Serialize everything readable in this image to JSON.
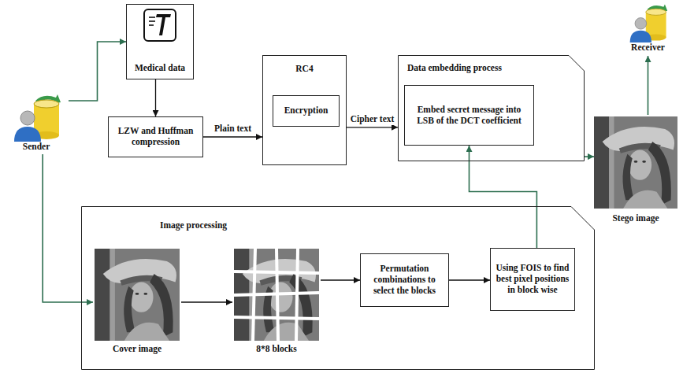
{
  "diagram": {
    "nodes": [
      {
        "text": [
          "Sender"
        ]
      },
      {
        "text": [
          "Medical data"
        ]
      },
      {
        "text": [
          "LZW and Huffman compression"
        ]
      },
      {
        "text": [
          "RC4"
        ]
      },
      {
        "text": [
          "Encryption"
        ],
        "in": 3
      },
      {
        "text": [
          "Data embedding process"
        ]
      },
      {
        "text": [
          "Embed secret message into LSB of the DCT coefficient"
        ],
        "in": 5
      },
      {
        "text": [
          "Receiver"
        ]
      },
      {
        "text": [
          "Stego image"
        ]
      },
      {
        "text": [
          "Image processing"
        ]
      },
      {
        "text": [
          "Cover image"
        ],
        "in": 9
      },
      {
        "text": [
          "8*8 blocks"
        ],
        "in": 9
      },
      {
        "text": [
          "Permutation combinations to select the blocks"
        ],
        "in": 9
      },
      {
        "text": [
          "Using FOIS to find best pixel positions in block wise"
        ],
        "in": 9
      }
    ],
    "edges": [
      {
        "from": 0,
        "to": 1,
        "arrow": "to"
      },
      {
        "from": 1,
        "to": 2,
        "arrow": "to"
      },
      {
        "from": 2,
        "to": 3,
        "label": "Plain text",
        "arrow": "to"
      },
      {
        "from": 3,
        "to": 5,
        "label": "Cipher text",
        "arrow": "to"
      },
      {
        "from": 5,
        "to": 8,
        "arrow": "to"
      },
      {
        "from": 8,
        "to": 7,
        "arrow": "to"
      },
      {
        "from": 0,
        "to": 10,
        "arrow": "to"
      },
      {
        "from": 10,
        "to": 11,
        "arrow": "to"
      },
      {
        "from": 11,
        "to": 12,
        "arrow": "to"
      },
      {
        "from": 12,
        "to": 13,
        "arrow": "to"
      },
      {
        "from": 13,
        "to": 6,
        "arrow": "to"
      }
    ]
  }
}
